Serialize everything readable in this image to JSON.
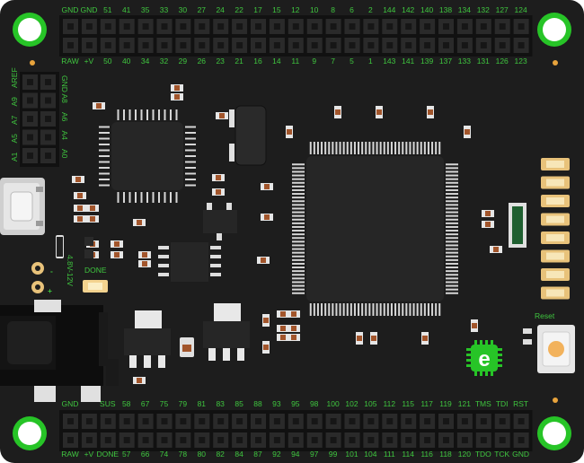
{
  "board": {
    "colors": {
      "pcb": "#1d1d1d",
      "silk": "#3fc63f",
      "header": "#111111",
      "pad": "#2a2a2a",
      "gold": "#e8c27a",
      "ic": "#2b2b2b"
    },
    "top_labels_upper": [
      "GND",
      "GND",
      "51",
      "41",
      "35",
      "33",
      "30",
      "27",
      "24",
      "22",
      "17",
      "15",
      "12",
      "10",
      "8",
      "6",
      "2",
      "144",
      "142",
      "140",
      "138",
      "134",
      "132",
      "127",
      "124"
    ],
    "top_labels_lower": [
      "RAW",
      "+V",
      "50",
      "40",
      "34",
      "32",
      "29",
      "26",
      "23",
      "21",
      "16",
      "14",
      "11",
      "9",
      "7",
      "5",
      "1",
      "143",
      "141",
      "139",
      "137",
      "133",
      "131",
      "126",
      "123"
    ],
    "bottom_labels_upper": [
      "GND",
      "",
      "SUS",
      "58",
      "67",
      "75",
      "79",
      "81",
      "83",
      "85",
      "88",
      "93",
      "95",
      "98",
      "100",
      "102",
      "105",
      "112",
      "115",
      "117",
      "119",
      "121",
      "TMS",
      "TDI",
      "RST"
    ],
    "bottom_labels_lower": [
      "RAW",
      "+V",
      "DONE",
      "57",
      "66",
      "74",
      "78",
      "80",
      "82",
      "84",
      "87",
      "92",
      "94",
      "97",
      "99",
      "101",
      "104",
      "111",
      "114",
      "116",
      "118",
      "120",
      "TDO",
      "TCK",
      "GND"
    ],
    "left_labels_outer": [
      "AREF",
      "A9",
      "A7",
      "A5",
      "A1"
    ],
    "left_labels_inner": [
      "GND",
      "A8",
      "A6",
      "A4",
      "A0"
    ],
    "done_label": "DONE",
    "power_label": "4.8V-12V",
    "minus_sign": "-",
    "plus_sign": "+",
    "reset_label": "Reset",
    "logo_letter": "e",
    "icons": [
      "mounting-hole-icon",
      "usb-port-icon",
      "barrel-jack-icon",
      "reset-button-icon",
      "logo-icon"
    ]
  }
}
